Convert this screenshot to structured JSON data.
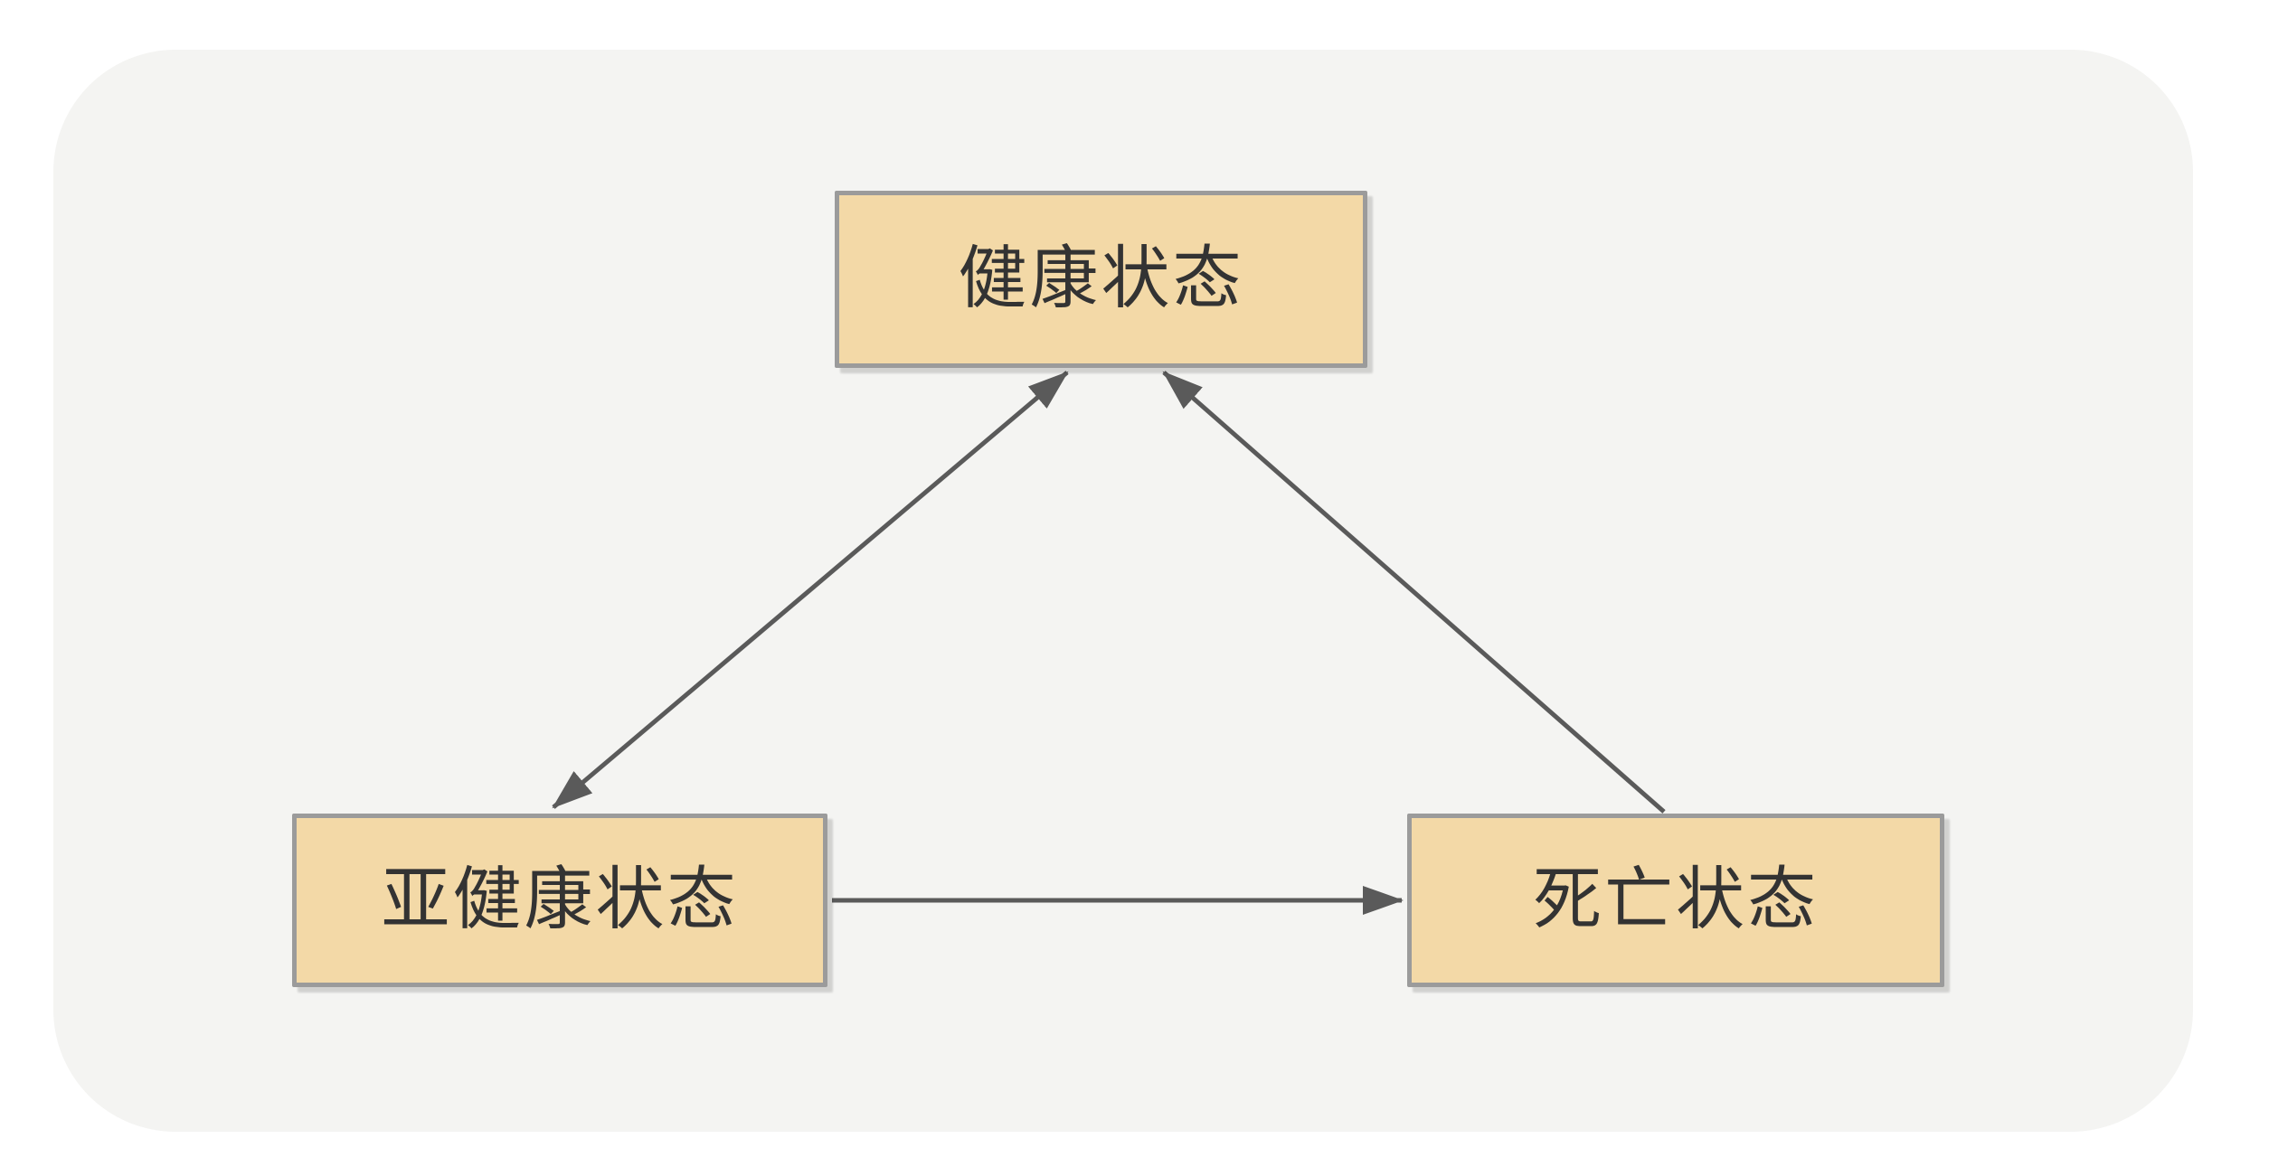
{
  "diagram": {
    "title": "health-state-transition-diagram",
    "nodes": {
      "health": {
        "label": "健康状态"
      },
      "subhealth": {
        "label": "亚健康状态"
      },
      "death": {
        "label": "死亡状态"
      }
    },
    "edges": [
      {
        "from": "subhealth",
        "to": "health",
        "direction": "bidirectional"
      },
      {
        "from": "death",
        "to": "health",
        "direction": "one-way"
      },
      {
        "from": "subhealth",
        "to": "death",
        "direction": "one-way"
      }
    ],
    "colors": {
      "page_bg": "#ffffff",
      "panel_bg": "#f4f4f2",
      "node_fill": "#f3d9a7",
      "node_border": "#9b9b9b",
      "arrow": "#5a5a5a",
      "text": "#333333"
    }
  }
}
